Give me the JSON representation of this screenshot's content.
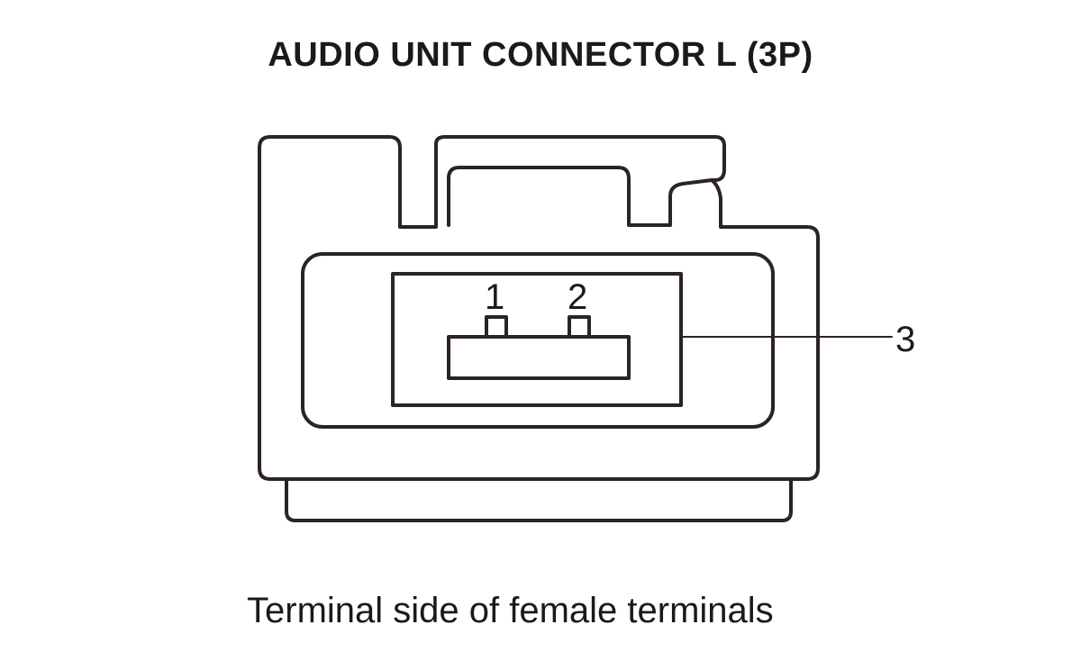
{
  "diagram": {
    "title": "AUDIO UNIT CONNECTOR L (3P)",
    "caption": "Terminal side of female terminals",
    "terminals": [
      {
        "id": "1",
        "label": "1"
      },
      {
        "id": "2",
        "label": "2"
      },
      {
        "id": "3",
        "label": "3"
      }
    ]
  }
}
